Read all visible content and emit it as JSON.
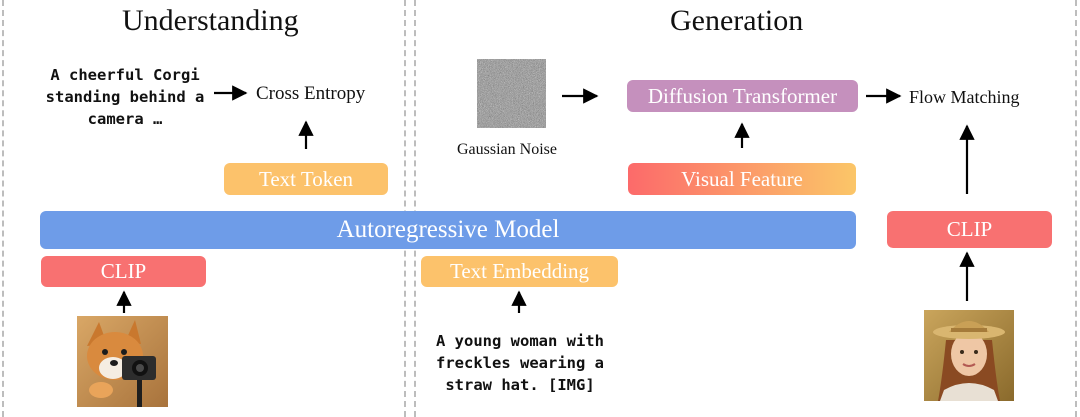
{
  "sections": {
    "understanding": "Understanding",
    "generation": "Generation"
  },
  "understanding": {
    "caption": "A cheerful Corgi\nstanding behind a\ncamera …",
    "loss": "Cross Entropy",
    "text_token": "Text Token",
    "clip": "CLIP"
  },
  "shared": {
    "model": "Autoregressive Model",
    "text_embedding": "Text Embedding"
  },
  "generation": {
    "noise_label": "Gaussian Noise",
    "diffusion": "Diffusion Transformer",
    "loss": "Flow Matching",
    "visual_feature": "Visual Feature",
    "clip": "CLIP",
    "prompt": "A young woman with\nfreckles wearing a\nstraw hat. [IMG]"
  },
  "colors": {
    "autoregressive": "#6e9ce8",
    "clip": "#f87171",
    "text_token": "#fcc26b",
    "diffusion": "#c590bd",
    "visual_feature_start": "#fc6a6a",
    "visual_feature_end": "#fbc668"
  }
}
